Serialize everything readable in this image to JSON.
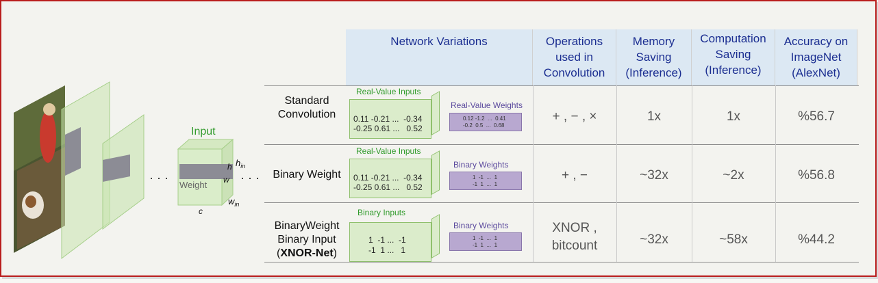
{
  "columns": {
    "network_variations": "Network Variations",
    "operations": [
      "Operations",
      "used in",
      "Convolution"
    ],
    "memory_saving": [
      "Memory",
      "Saving",
      "(Inference)"
    ],
    "computation_saving": [
      "Computation",
      "Saving",
      "(Inference)"
    ],
    "accuracy": [
      "Accuracy on",
      "ImageNet",
      "(AlexNet)"
    ]
  },
  "diagram": {
    "input_label": "Input",
    "weight_label": "Weight",
    "dim_h": "h",
    "dim_hin": "h",
    "dim_hin_sub": "in",
    "dim_w": "w",
    "dim_win": "w",
    "dim_win_sub": "in",
    "dim_c": "c",
    "dots": "· · ·"
  },
  "rows": [
    {
      "name_lines": [
        "Standard",
        "Convolution"
      ],
      "input_label": "Real-Value Inputs",
      "input_matrix": [
        "0.11 -0.21 ...  -0.34",
        "-0.25 0.61 ...   0.52"
      ],
      "weight_label": "Real-Value Weights",
      "weight_matrix": [
        "0.12 -1.2  ...  0.41",
        "-0.2  0.5  ...  0.68"
      ],
      "operations": "+ , − , ×",
      "memory": "1x",
      "computation": "1x",
      "accuracy": "%56.7"
    },
    {
      "name_lines": [
        "Binary Weight"
      ],
      "input_label": "Real-Value Inputs",
      "input_matrix": [
        "0.11 -0.21 ...  -0.34",
        "-0.25 0.61 ...   0.52"
      ],
      "weight_label": "Binary Weights",
      "weight_matrix": [
        "1  -1  ...  1",
        "-1  1  ...  1"
      ],
      "operations": "+ , −",
      "memory": "~32x",
      "computation": "~2x",
      "accuracy": "%56.8"
    },
    {
      "name_lines": [
        "BinaryWeight",
        "Binary Input"
      ],
      "name_bold": "XNOR-Net",
      "input_label": "Binary Inputs",
      "input_matrix": [
        "1  -1 ...  -1",
        "-1  1 ...   1"
      ],
      "weight_label": "Binary Weights",
      "weight_matrix": [
        "1  -1  ...  1",
        "-1  1  ...  1"
      ],
      "operations_lines": [
        "XNOR ,",
        "bitcount"
      ],
      "memory": "~32x",
      "computation": "~58x",
      "accuracy": "%44.2"
    }
  ],
  "colors": {
    "header_bg": "#dce8f3",
    "header_text": "#1b2e91",
    "green_label": "#2f9a2a",
    "purple_label": "#5c4b9e",
    "frame_border": "#b91d1d"
  }
}
